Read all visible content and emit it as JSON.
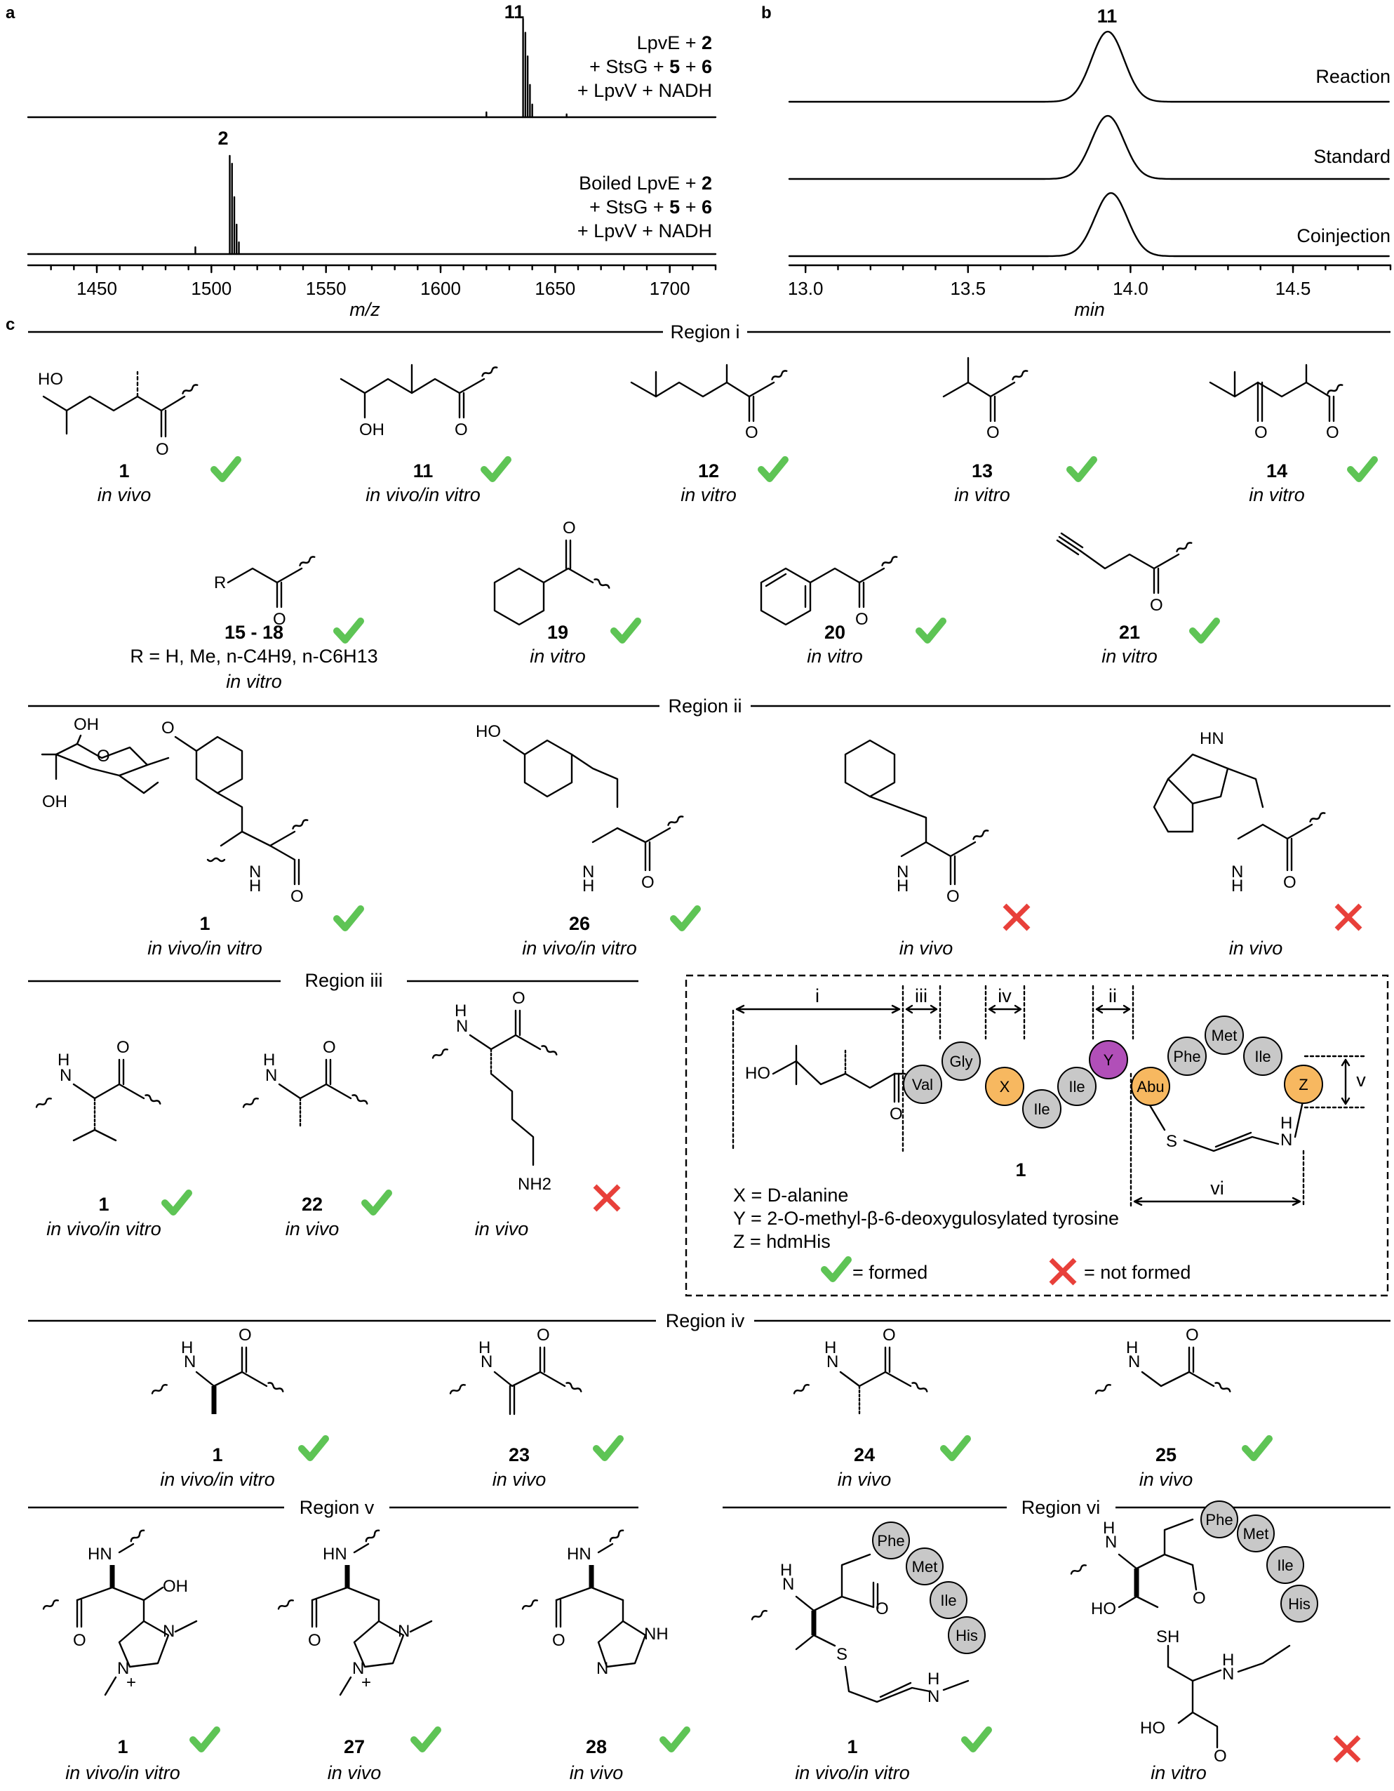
{
  "panel_a": {
    "label": "a",
    "top_peak_label": "11",
    "top_legend": [
      "LpvE + ",
      "2",
      "+ StsG + ",
      "5",
      " + ",
      "6",
      "+ LpvV + NADH"
    ],
    "bottom_peak_label": "2",
    "bottom_legend": [
      "Boiled LpvE + ",
      "2",
      "+ StsG + ",
      "5",
      " + ",
      "6",
      "+ LpvV + NADH"
    ],
    "x_ticks": [
      "1450",
      "1500",
      "1550",
      "1600",
      "1650",
      "1700"
    ],
    "x_label": "m/z"
  },
  "panel_b": {
    "label": "b",
    "peak_label": "11",
    "traces": [
      "Reaction",
      "Standard",
      "Coinjection"
    ],
    "x_ticks": [
      "13.0",
      "13.5",
      "14.0",
      "14.5"
    ],
    "x_label": "min"
  },
  "chart_data": [
    {
      "type": "line",
      "panel": "a",
      "xlabel": "m/z",
      "xlim": [
        1420,
        1720
      ],
      "series": [
        {
          "name": "LpvE + 2 + StsG + 5 + 6 + LpvV + NADH",
          "peaks": [
            {
              "x": 1636,
              "rel": 1.0
            },
            {
              "x": 1637,
              "rel": 0.86
            },
            {
              "x": 1638,
              "rel": 0.62
            },
            {
              "x": 1639,
              "rel": 0.33
            },
            {
              "x": 1640,
              "rel": 0.13
            },
            {
              "x": 1620,
              "rel": 0.05
            },
            {
              "x": 1655,
              "rel": 0.03
            }
          ]
        },
        {
          "name": "Boiled LpvE + 2 + StsG + 5 + 6 + LpvV + NADH",
          "peaks": [
            {
              "x": 1508,
              "rel": 1.0
            },
            {
              "x": 1509,
              "rel": 0.92
            },
            {
              "x": 1510,
              "rel": 0.58
            },
            {
              "x": 1511,
              "rel": 0.3
            },
            {
              "x": 1512,
              "rel": 0.12
            },
            {
              "x": 1493,
              "rel": 0.07
            }
          ]
        }
      ]
    },
    {
      "type": "line",
      "panel": "b",
      "xlabel": "min",
      "xlim": [
        12.95,
        14.8
      ],
      "series": [
        {
          "name": "Reaction",
          "peak_x": 13.93,
          "rel": 1.0
        },
        {
          "name": "Standard",
          "peak_x": 13.93,
          "rel": 1.0
        },
        {
          "name": "Coinjection",
          "peak_x": 13.94,
          "rel": 1.0
        }
      ]
    }
  ],
  "panel_c": {
    "label": "c",
    "regions": [
      "Region i",
      "Region ii",
      "Region iii",
      "Region iv",
      "Region v",
      "Region vi"
    ],
    "region_i": [
      {
        "num": "1",
        "cond": "in vivo"
      },
      {
        "num": "11",
        "cond": "in vivo/in vitro"
      },
      {
        "num": "12",
        "cond": "in vitro"
      },
      {
        "num": "13",
        "cond": "in vitro"
      },
      {
        "num": "14",
        "cond": "in vitro"
      },
      {
        "num": "15 - 18",
        "cond": "in vitro",
        "r_group": "R = H, Me, n-C4H9, n-C6H13"
      },
      {
        "num": "19",
        "cond": "in vitro"
      },
      {
        "num": "20",
        "cond": "in vitro"
      },
      {
        "num": "21",
        "cond": "in vitro"
      }
    ],
    "region_ii": [
      {
        "num": "1",
        "cond": "in vivo/in vitro"
      },
      {
        "num": "26",
        "cond": "in vivo/in vitro"
      },
      {
        "num": "",
        "cond": "in vivo"
      },
      {
        "num": "",
        "cond": "in vivo"
      }
    ],
    "region_iii": [
      {
        "num": "1",
        "cond": "in vivo/in vitro"
      },
      {
        "num": "22",
        "cond": "in vivo"
      },
      {
        "num": "",
        "cond": "in vivo"
      }
    ],
    "region_iv": [
      {
        "num": "1",
        "cond": "in vivo/in vitro"
      },
      {
        "num": "23",
        "cond": "in vivo"
      },
      {
        "num": "24",
        "cond": "in vivo"
      },
      {
        "num": "25",
        "cond": "in vivo"
      }
    ],
    "region_v": [
      {
        "num": "1",
        "cond": "in vivo/in vitro"
      },
      {
        "num": "27",
        "cond": "in vivo"
      },
      {
        "num": "28",
        "cond": "in vivo"
      }
    ],
    "region_vi": [
      {
        "num": "1",
        "cond": "in vivo/in vitro"
      },
      {
        "num": "",
        "cond": "in vitro"
      }
    ],
    "legend_box": {
      "compound": "1",
      "span_labels": [
        "i",
        "iii",
        "iv",
        "ii",
        "v",
        "vi"
      ],
      "beads": [
        "Val",
        "Gly",
        "X",
        "Ile",
        "Ile",
        "Y",
        "Abu",
        "Phe",
        "Met",
        "Ile",
        "Z"
      ],
      "defs": [
        "X = D-alanine",
        "Y = 2-O-methyl-β-6-deoxygulosylated tyrosine",
        "Z = hdmHis"
      ],
      "formed": "= formed",
      "not_formed": "= not formed"
    },
    "atoms": {
      "HO": "HO",
      "OH": "OH",
      "O": "O",
      "R": "R",
      "N": "N",
      "H": "H",
      "HN": "HN",
      "NH": "NH",
      "NH2": "NH2",
      "S": "S",
      "SH": "SH",
      "plus": "+"
    },
    "peptide_beads": [
      "Phe",
      "Met",
      "Ile",
      "His"
    ]
  },
  "colors": {
    "check": "#5ec455",
    "cross": "#e8403a",
    "bead_grey": "#c8c8c8",
    "bead_orange": "#f7b860",
    "bead_purple": "#b14fb8"
  }
}
